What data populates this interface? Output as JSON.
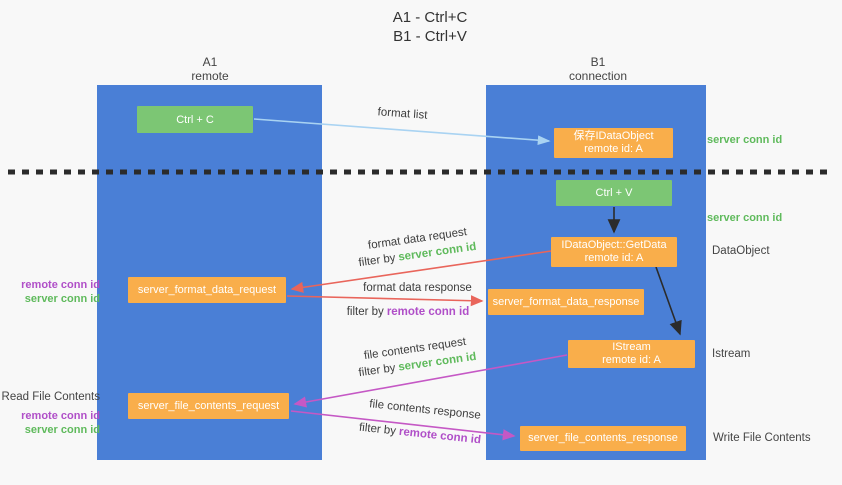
{
  "title": {
    "line1": "A1 - Ctrl+C",
    "line2": "B1 - Ctrl+V"
  },
  "columns": {
    "left": {
      "id": "A1",
      "label": "remote"
    },
    "right": {
      "id": "B1",
      "label": "connection"
    }
  },
  "nodes": {
    "ctrl_c": "Ctrl + C",
    "ctrl_v": "Ctrl + V",
    "save_dataobject_line1": "保存IDataObject",
    "save_dataobject_line2": "remote id: A",
    "getdata_line1": "IDataObject::GetData",
    "getdata_line2": "remote id: A",
    "istream_line1": "IStream",
    "istream_line2": "remote id: A",
    "format_request": "server_format_data_request",
    "format_response": "server_format_data_response",
    "file_request": "server_file_contents_request",
    "file_response": "server_file_contents_response"
  },
  "labels": {
    "format_list": "format list",
    "server_conn_id": "server conn id",
    "remote_conn_id": "remote conn id",
    "filter_by": "filter by",
    "dataobject": "DataObject",
    "istream": "Istream",
    "read_file_contents": "Read File Contents",
    "write_file_contents": "Write File Contents",
    "format_data_request": "format data request",
    "format_data_response": "format data response",
    "file_contents_request": "file contents request",
    "file_contents_response": "file contents response"
  },
  "colors": {
    "column_blue": "#4a7fd6",
    "green_box": "#7cc674",
    "orange_box": "#f9ae4b",
    "green_text": "#5fba5c",
    "purple_text": "#b04fc8",
    "red_arrow": "#e9655b",
    "magenta_arrow": "#c558c5",
    "light_blue_arrow": "#a9d3f2",
    "separator_black": "#2b2b2b",
    "background": "#f8f8f8"
  }
}
